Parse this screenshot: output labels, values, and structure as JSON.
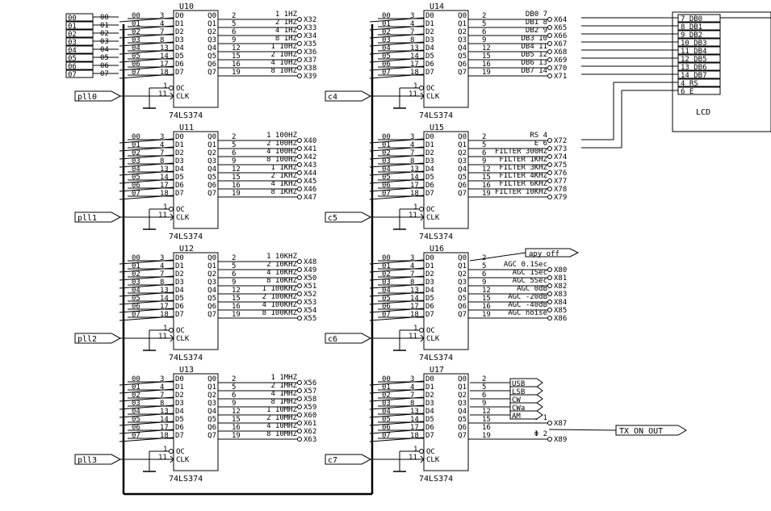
{
  "chip_type": "74LS374",
  "chip_pin_left": [
    "D0",
    "D1",
    "D2",
    "D3",
    "D4",
    "D5",
    "D6",
    "D7"
  ],
  "chip_pin_right": [
    "Q0",
    "Q1",
    "Q2",
    "Q3",
    "Q4",
    "Q5",
    "Q6",
    "Q7"
  ],
  "bus_pins": [
    "00",
    "01",
    "02",
    "03",
    "04",
    "05",
    "06",
    "07"
  ],
  "pin_numbers_in": [
    "3",
    "4",
    "7",
    "8",
    "13",
    "14",
    "17",
    "18"
  ],
  "pin_numbers_out": [
    "2",
    "5",
    "6",
    "9",
    "12",
    "15",
    "16",
    "19"
  ],
  "oc_label": "OC",
  "clk_label": "CLK",
  "oc_pin": "1",
  "clk_pin": "11",
  "input_ports": [
    "00",
    "01",
    "02",
    "03",
    "04",
    "05",
    "06",
    "07"
  ],
  "chips": [
    {
      "ref": "U10",
      "clock": "pll0",
      "outputs": [
        {
          "lbl": "1 1HZ",
          "x": "X32"
        },
        {
          "lbl": "2 1HZ",
          "x": "X33"
        },
        {
          "lbl": "4 1HZ",
          "x": "X34"
        },
        {
          "lbl": "8 1HZ",
          "x": "X35"
        },
        {
          "lbl": "1 10HZ",
          "x": "X36"
        },
        {
          "lbl": "2 10HZ",
          "x": "X37"
        },
        {
          "lbl": "4 10HZ",
          "x": "X38"
        },
        {
          "lbl": "8 10HZ",
          "x": "X39"
        }
      ]
    },
    {
      "ref": "U11",
      "clock": "pll1",
      "outputs": [
        {
          "lbl": "1 100HZ",
          "x": "X40"
        },
        {
          "lbl": "2 100HZ",
          "x": "X41"
        },
        {
          "lbl": "4 100HZ",
          "x": "X42"
        },
        {
          "lbl": "8 100HZ",
          "x": "X43"
        },
        {
          "lbl": "1 1KHZ",
          "x": "X44"
        },
        {
          "lbl": "2 1KHZ",
          "x": "X45"
        },
        {
          "lbl": "4 1KHZ",
          "x": "X46"
        },
        {
          "lbl": "8 1KHZ",
          "x": "X47"
        }
      ]
    },
    {
      "ref": "U12",
      "clock": "pll2",
      "outputs": [
        {
          "lbl": "1 10KHZ",
          "x": "X48"
        },
        {
          "lbl": "2 10KHZ",
          "x": "X49"
        },
        {
          "lbl": "4 10KHZ",
          "x": "X50"
        },
        {
          "lbl": "8 10KHZ",
          "x": "X51"
        },
        {
          "lbl": "1 100KHZ",
          "x": "X52"
        },
        {
          "lbl": "2 100KHZ",
          "x": "X53"
        },
        {
          "lbl": "4 100KHZ",
          "x": "X54"
        },
        {
          "lbl": "8 100KHZ",
          "x": "X55"
        }
      ]
    },
    {
      "ref": "U13",
      "clock": "pll3",
      "outputs": [
        {
          "lbl": "1 1MHZ",
          "x": "X56"
        },
        {
          "lbl": "2 1MHZ",
          "x": "X57"
        },
        {
          "lbl": "4 1MHZ",
          "x": "X58"
        },
        {
          "lbl": "8 1MHZ",
          "x": "X59"
        },
        {
          "lbl": "1 10MHZ",
          "x": "X60"
        },
        {
          "lbl": "2 10MHZ",
          "x": "X61"
        },
        {
          "lbl": "4 10MHZ",
          "x": "X62"
        },
        {
          "lbl": "8 10MHZ",
          "x": "X63"
        }
      ]
    },
    {
      "ref": "U14",
      "clock": "c4",
      "outputs": [
        {
          "lbl": "DB0  7",
          "x": "X64"
        },
        {
          "lbl": "DB1  8",
          "x": "X65"
        },
        {
          "lbl": "DB2  9",
          "x": "X66"
        },
        {
          "lbl": "DB3 10",
          "x": "X67"
        },
        {
          "lbl": "DB4 11",
          "x": "X68"
        },
        {
          "lbl": "DB5 12",
          "x": "X69"
        },
        {
          "lbl": "DB6 13",
          "x": "X70"
        },
        {
          "lbl": "DB7 14",
          "x": "X71"
        }
      ]
    },
    {
      "ref": "U15",
      "clock": "c5",
      "outputs": [
        {
          "lbl": "RS  4",
          "x": "X72"
        },
        {
          "lbl": "E   6",
          "x": "X73"
        },
        {
          "lbl": "FILTER 300HZ",
          "x": "X74"
        },
        {
          "lbl": "FILTER 1KHZ",
          "x": "X75"
        },
        {
          "lbl": "FILTER 3KHZ",
          "x": "X76"
        },
        {
          "lbl": "FILTER 4KHZ",
          "x": "X77"
        },
        {
          "lbl": "FILTER 6KHZ",
          "x": "X78"
        },
        {
          "lbl": "FILTER 10KHZ",
          "x": "X79"
        }
      ]
    },
    {
      "ref": "U16",
      "clock": "c6",
      "outputs": [
        {
          "lbl": "",
          "x": ""
        },
        {
          "lbl": "AGC 0.1Sec",
          "x": "X80"
        },
        {
          "lbl": "AGC 1Sec",
          "x": "X81"
        },
        {
          "lbl": "AGC 5Sec",
          "x": "X82"
        },
        {
          "lbl": "AGC 0dB",
          "x": "X83"
        },
        {
          "lbl": "AGC -20dB",
          "x": "X84"
        },
        {
          "lbl": "AGC -40dB",
          "x": "X85"
        },
        {
          "lbl": "AGC noise",
          "x": "X86"
        }
      ]
    },
    {
      "ref": "U17",
      "clock": "c7",
      "outputs": [
        {
          "lbl": "",
          "x": ""
        },
        {
          "lbl": "",
          "x": ""
        },
        {
          "lbl": "",
          "x": ""
        },
        {
          "lbl": "",
          "x": ""
        },
        {
          "lbl": "",
          "x": ""
        },
        {
          "lbl": "Φ 1",
          "x": "X87"
        },
        {
          "lbl": "",
          "x": ""
        },
        {
          "lbl": "Φ 2",
          "x": "X89"
        }
      ]
    }
  ],
  "flag_apy_off": "apy off",
  "flags_u17": [
    "USB",
    "LSB",
    "CW",
    "CWa",
    "AM"
  ],
  "flag_tx_on_out": "TX ON OUT",
  "lcd": {
    "label": "LCD",
    "pins": [
      "7 DB0",
      "8 DB1",
      "9 DB2",
      "10 DB3",
      "11 DB4",
      "12 DB5",
      "13 DB6",
      "14 DB7",
      "4 RS",
      "6 E"
    ]
  }
}
